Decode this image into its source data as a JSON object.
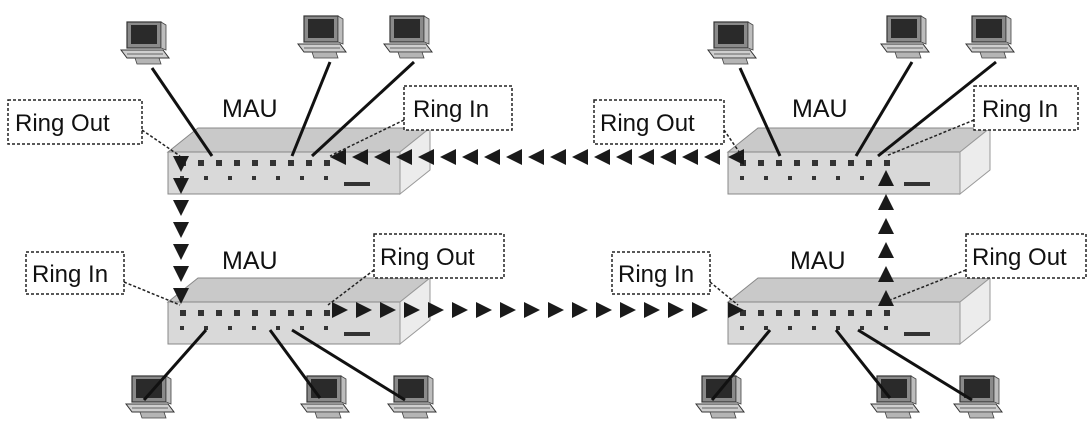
{
  "diagram": {
    "units": [
      {
        "id": "top-left",
        "mau_label": "MAU",
        "ring_out_label": "Ring Out",
        "ring_in_label": "Ring In"
      },
      {
        "id": "top-right",
        "mau_label": "MAU",
        "ring_out_label": "Ring Out",
        "ring_in_label": "Ring In"
      },
      {
        "id": "bottom-left",
        "mau_label": "MAU",
        "ring_in_label": "Ring In",
        "ring_out_label": "Ring Out"
      },
      {
        "id": "bottom-right",
        "mau_label": "MAU",
        "ring_in_label": "Ring In",
        "ring_out_label": "Ring Out"
      }
    ],
    "ring_direction": "counter-clockwise",
    "computers_per_mau": 3,
    "colors": {
      "mau_face": "#d6d6d6",
      "mau_top": "#c8c8c8",
      "mau_side": "#e8e8e8",
      "arrow": "#1a1a1a",
      "cable": "#111111"
    },
    "icons": {
      "computer": "desktop-computer-icon",
      "arrow": "triangle-arrow-icon"
    }
  }
}
